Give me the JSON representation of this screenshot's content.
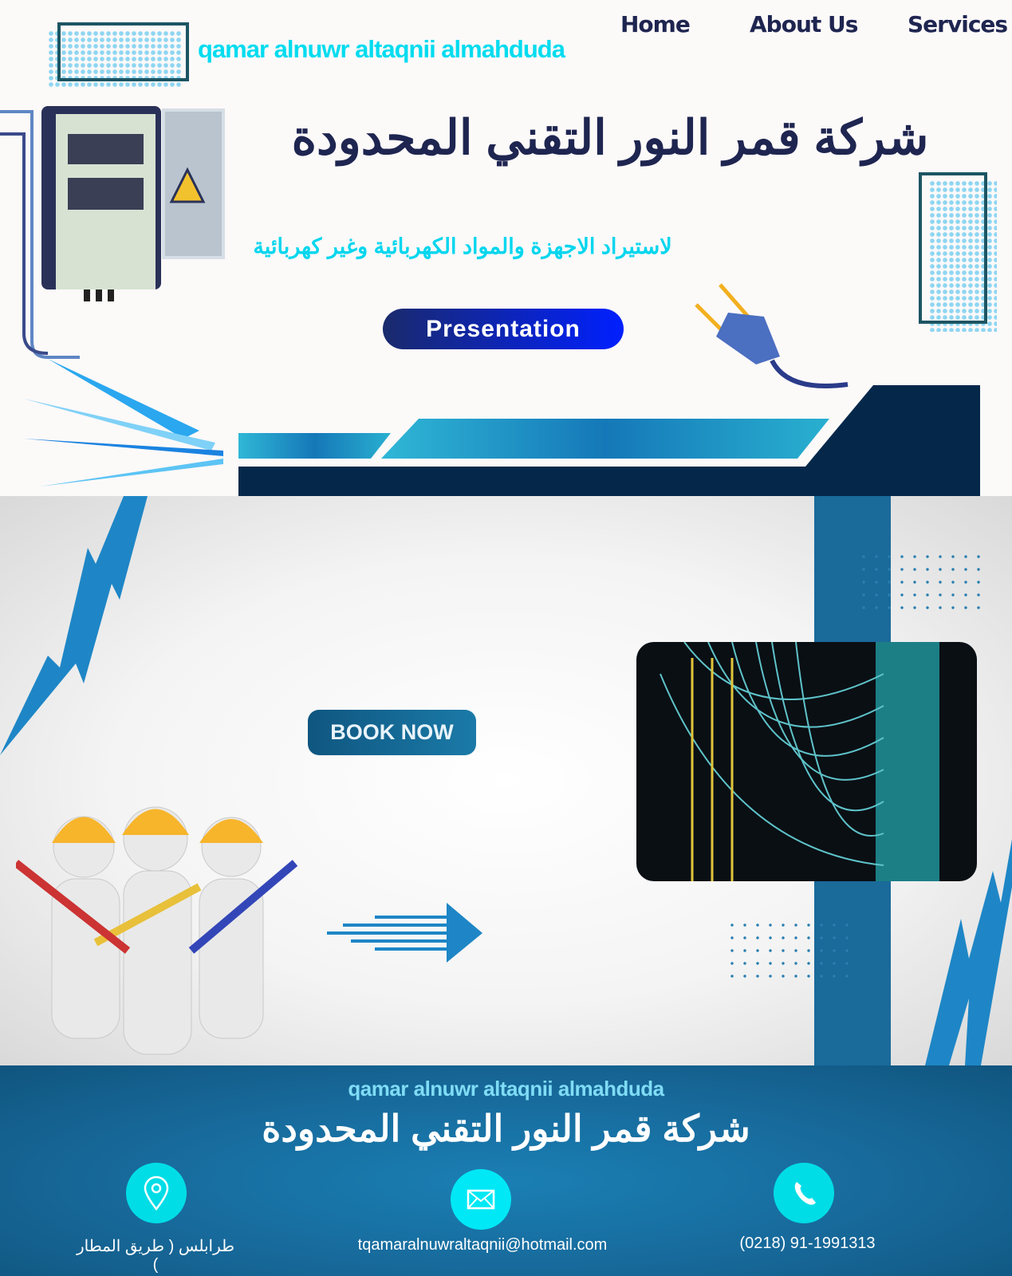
{
  "nav": {
    "items": [
      {
        "label": "Home"
      },
      {
        "label": "About Us"
      },
      {
        "label": "Services"
      }
    ]
  },
  "hero": {
    "brand": "qamar alnuwr altaqnii almahduda",
    "title": "شركة قمر النور التقني المحدودة",
    "subtitle": "لاستيراد الاجهزة والمواد الكهربائية وغير كهربائية",
    "button": "Presentation"
  },
  "section2": {
    "button": "BOOK NOW"
  },
  "footer": {
    "brand": "qamar alnuwr altaqnii almahduda",
    "title": "شركة قمر النور التقني المحدودة",
    "address": "طرابلس ( طريق المطار )",
    "email": "tqamaralnuwraltaqnii@hotmail.com",
    "phone": "(0218) 91-1991313"
  },
  "colors": {
    "navy": "#1e2550",
    "cyan": "#00dcef",
    "blue": "#1a6fa0",
    "dark": "#05284a"
  }
}
